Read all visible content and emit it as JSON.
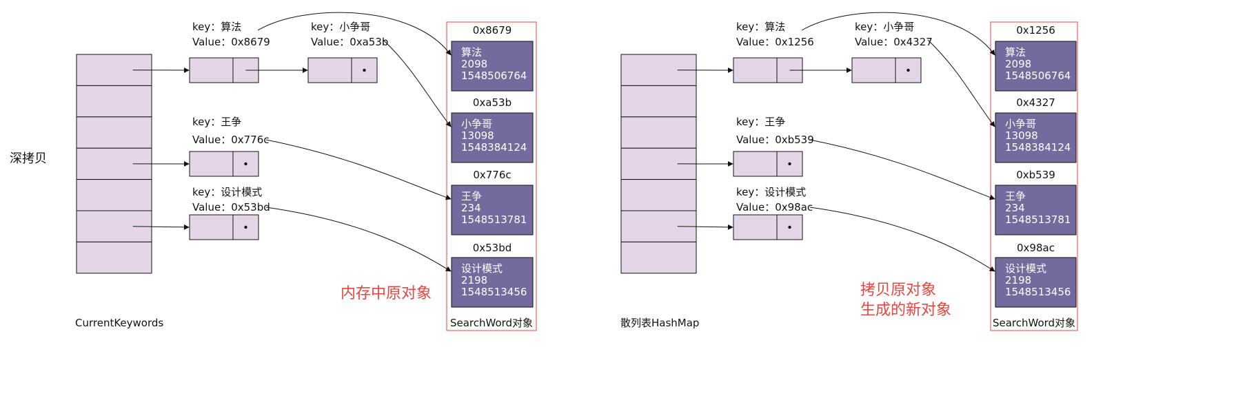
{
  "side_label": "深拷贝",
  "colors": {
    "bucket_fill": "#e4d6e8",
    "node_fill": "#e4d6e8",
    "object_fill": "#736a9e",
    "object_text": "#ffffff",
    "frame": "#e8453c",
    "red_text": "#e8453c",
    "line": "#111111"
  },
  "panels": [
    {
      "id": "left",
      "table_label": "CurrentKeywords",
      "bucket_count": 7,
      "container_label": "SearchWord对象",
      "annotation_lines": [
        "内存中原对象"
      ],
      "entries": [
        {
          "key_text": "key：算法",
          "value_text": "Value：0x8679"
        },
        {
          "key_text": "key：小争哥",
          "value_text": "Value：0xa53b"
        },
        {
          "key_text": "key：王争",
          "value_text": "Value：0x776c"
        },
        {
          "key_text": "key：设计模式",
          "value_text": "Value：0x53bd"
        }
      ],
      "objects": [
        {
          "address": "0x8679",
          "lines": [
            "算法",
            "2098",
            "1548506764"
          ]
        },
        {
          "address": "0xa53b",
          "lines": [
            "小争哥",
            "13098",
            "1548384124"
          ]
        },
        {
          "address": "0x776c",
          "lines": [
            "王争",
            "234",
            "1548513781"
          ]
        },
        {
          "address": "0x53bd",
          "lines": [
            "设计模式",
            "2198",
            "1548513456"
          ]
        }
      ]
    },
    {
      "id": "right",
      "table_label": "散列表HashMap",
      "bucket_count": 7,
      "container_label": "SearchWord对象",
      "annotation_lines": [
        "拷贝原对象",
        "生成的新对象"
      ],
      "entries": [
        {
          "key_text": "key：算法",
          "value_text": "Value：0x1256"
        },
        {
          "key_text": "key：小争哥",
          "value_text": "Value：0x4327"
        },
        {
          "key_text": "key：王争",
          "value_text": "Value：0xb539"
        },
        {
          "key_text": "key：设计模式",
          "value_text": "Value：0x98ac"
        }
      ],
      "objects": [
        {
          "address": "0x1256",
          "lines": [
            "算法",
            "2098",
            "1548506764"
          ]
        },
        {
          "address": "0x4327",
          "lines": [
            "小争哥",
            "13098",
            "1548384124"
          ]
        },
        {
          "address": "0xb539",
          "lines": [
            "王争",
            "234",
            "1548513781"
          ]
        },
        {
          "address": "0x98ac",
          "lines": [
            "设计模式",
            "2198",
            "1548513456"
          ]
        }
      ]
    }
  ]
}
